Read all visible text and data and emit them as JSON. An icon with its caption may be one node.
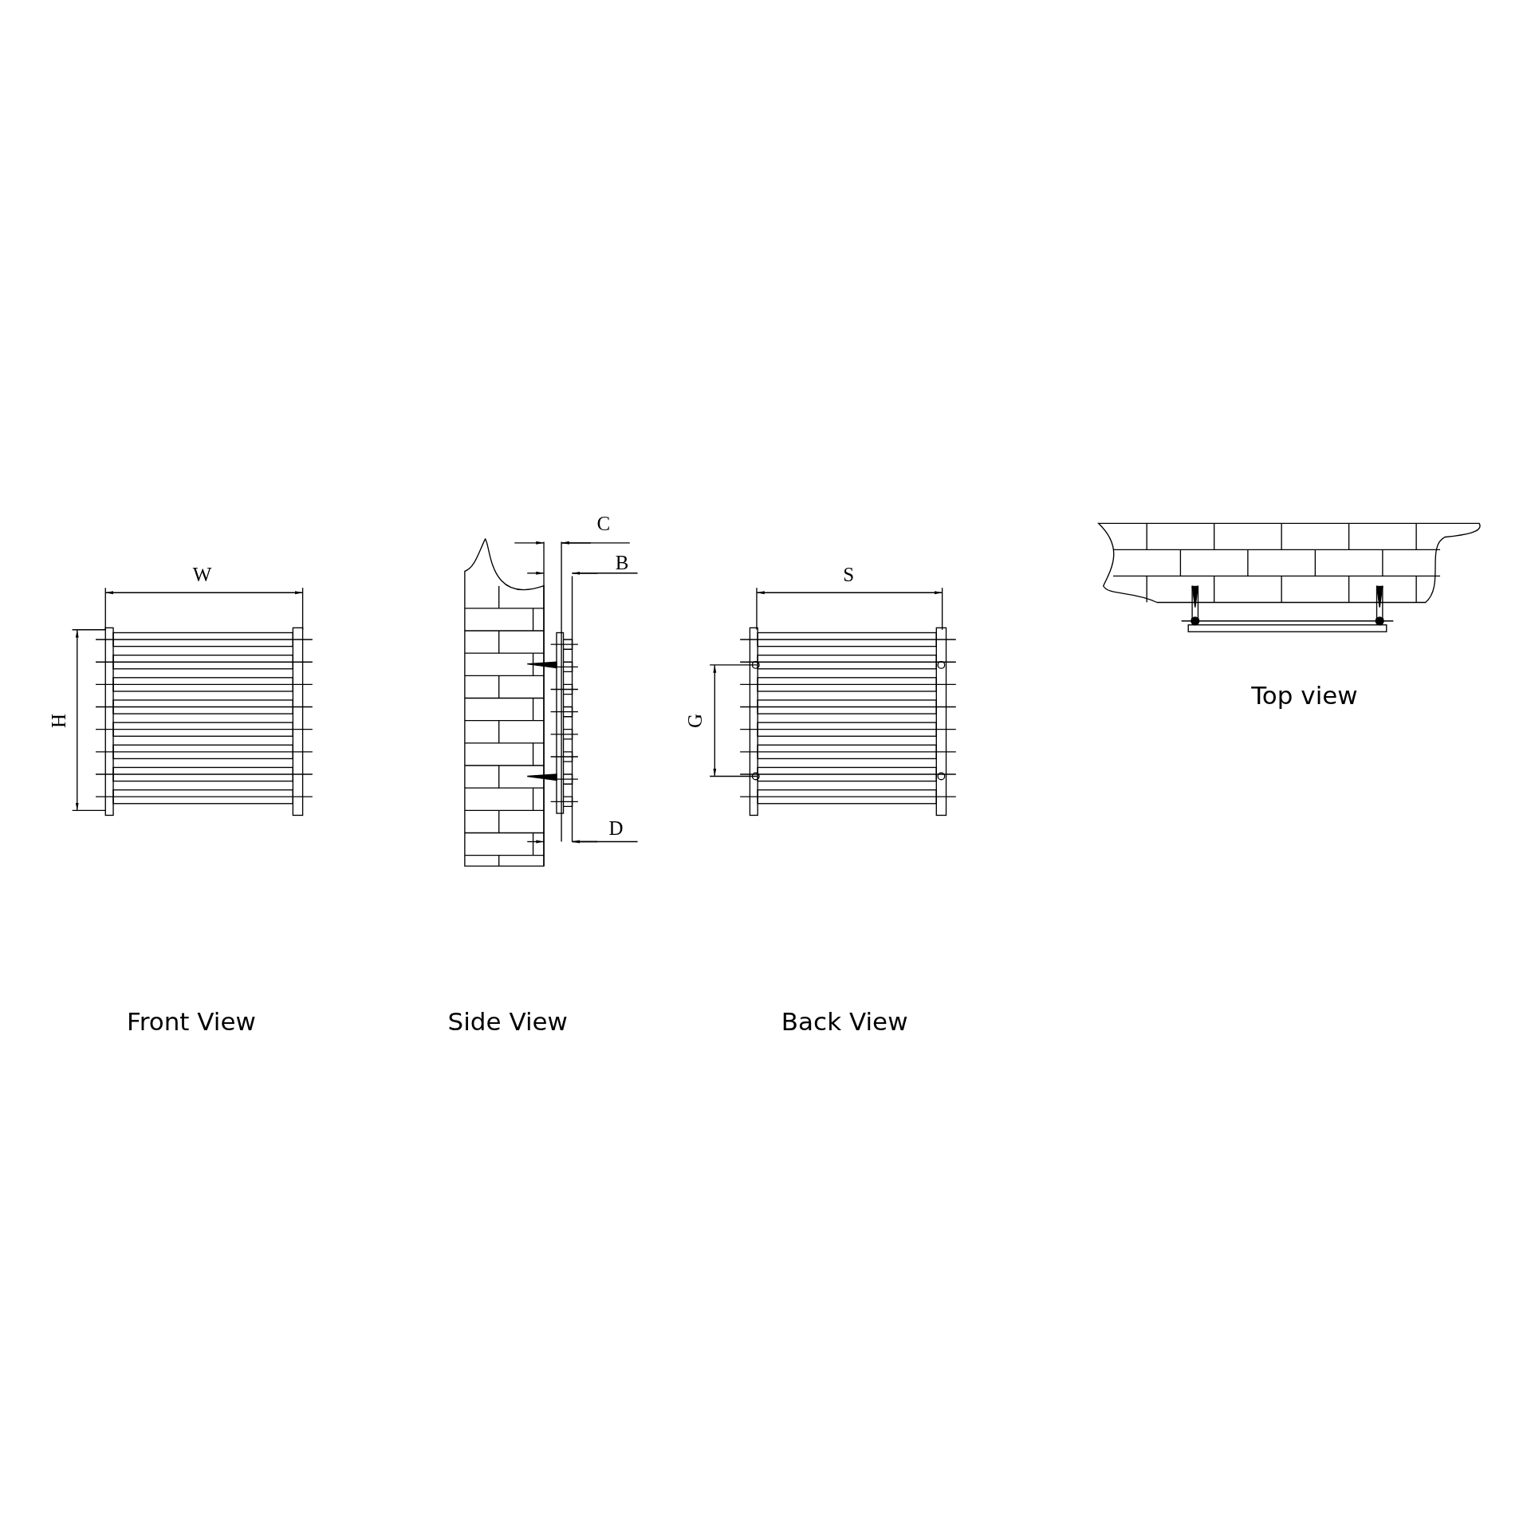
{
  "diagram": {
    "labels": [
      "W",
      "H",
      "Front View",
      "C",
      "B",
      "D",
      "Side View",
      "S",
      "G",
      "Back View",
      "Top view"
    ]
  }
}
